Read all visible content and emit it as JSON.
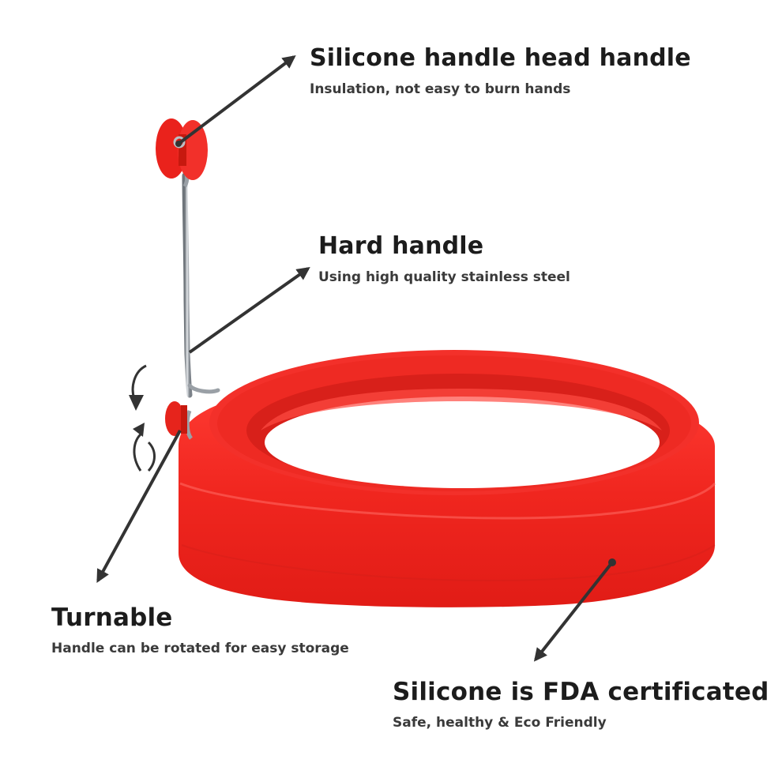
{
  "colors": {
    "silicone": "#ef2a25",
    "silicone_dark": "#c8201b",
    "silicone_light": "#ff5a52",
    "steel": "#9aa0a6",
    "arrow": "#333333",
    "text": "#1c1c1c"
  },
  "callouts": {
    "head_handle": {
      "title": "Silicone handle head handle",
      "subtitle": "Insulation, not easy to burn hands"
    },
    "hard_handle": {
      "title": "Hard handle",
      "subtitle": "Using high quality stainless steel"
    },
    "turnable": {
      "title": "Turnable",
      "subtitle": "Handle can be rotated for easy storage"
    },
    "fda": {
      "title": "Silicone is FDA certificated",
      "subtitle": "Safe, healthy & Eco Friendly"
    }
  },
  "icons": [
    "rotate-arrows-icon",
    "arrow-icon"
  ]
}
